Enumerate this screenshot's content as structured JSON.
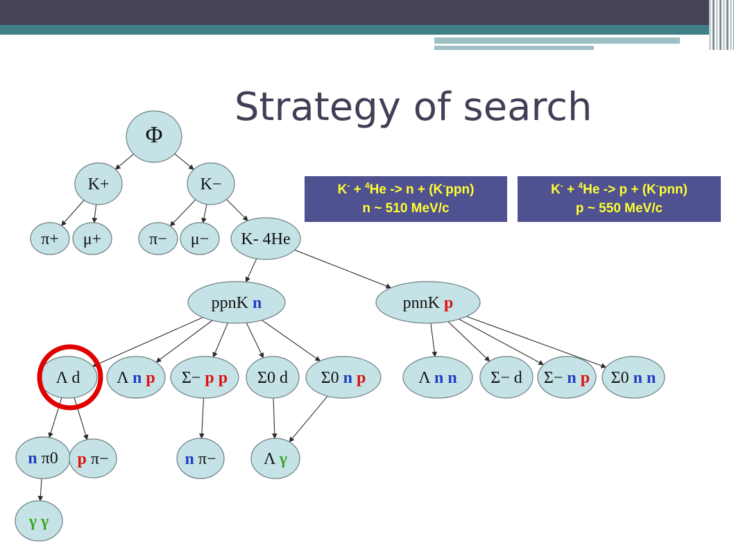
{
  "title": "Strategy of search",
  "colors": {
    "node_fill": "#c5e3e6",
    "info_bg": "#4f5190",
    "info_text": "#ffff33",
    "highlight_ring": "#e00000",
    "blue_label": "#1f3ec2",
    "red_label": "#e01010",
    "green_label": "#3aa41a"
  },
  "info_boxes": [
    {
      "line1": [
        "K",
        "-",
        " + ",
        "4",
        "He -> n + (K",
        "-",
        "ppn)"
      ],
      "line2": "n ~ 510 MeV/c"
    },
    {
      "line1": [
        "K",
        "-",
        " + ",
        "4",
        "He -> p + (K",
        "-",
        "pnn)"
      ],
      "line2": "p ~ 550 MeV/c"
    }
  ],
  "nodes": [
    {
      "id": "phi",
      "parts": [
        {
          "t": "Φ",
          "c": "black"
        }
      ]
    },
    {
      "id": "kplus",
      "parts": [
        {
          "t": "K+",
          "c": "black"
        }
      ]
    },
    {
      "id": "kminus",
      "parts": [
        {
          "t": "K−",
          "c": "black"
        }
      ]
    },
    {
      "id": "piplus",
      "parts": [
        {
          "t": "π+",
          "c": "black"
        }
      ]
    },
    {
      "id": "muplus",
      "parts": [
        {
          "t": "μ+",
          "c": "black"
        }
      ]
    },
    {
      "id": "piminus",
      "parts": [
        {
          "t": "π−",
          "c": "black"
        }
      ]
    },
    {
      "id": "muminus",
      "parts": [
        {
          "t": "μ−",
          "c": "black"
        }
      ]
    },
    {
      "id": "khe",
      "parts": [
        {
          "t": "K- 4He",
          "c": "black"
        }
      ]
    },
    {
      "id": "ppnk",
      "parts": [
        {
          "t": "ppnK ",
          "c": "black"
        },
        {
          "t": "n",
          "c": "blue"
        }
      ]
    },
    {
      "id": "pnnk",
      "parts": [
        {
          "t": "pnnK ",
          "c": "black"
        },
        {
          "t": "p",
          "c": "red"
        }
      ]
    },
    {
      "id": "lam_d",
      "parts": [
        {
          "t": "Λ d",
          "c": "black"
        }
      ]
    },
    {
      "id": "lam_np",
      "parts": [
        {
          "t": "Λ ",
          "c": "black"
        },
        {
          "t": "n",
          "c": "blue"
        },
        {
          "t": " p",
          "c": "red"
        }
      ]
    },
    {
      "id": "sigm_pp",
      "parts": [
        {
          "t": "Σ− ",
          "c": "black"
        },
        {
          "t": "p p",
          "c": "red"
        }
      ]
    },
    {
      "id": "sig0_d",
      "parts": [
        {
          "t": "Σ0 d",
          "c": "black"
        }
      ]
    },
    {
      "id": "sig0_np",
      "parts": [
        {
          "t": "Σ0 ",
          "c": "black"
        },
        {
          "t": "n",
          "c": "blue"
        },
        {
          "t": " p",
          "c": "red"
        }
      ]
    },
    {
      "id": "lam_nn",
      "parts": [
        {
          "t": "Λ ",
          "c": "black"
        },
        {
          "t": "n n",
          "c": "blue"
        }
      ]
    },
    {
      "id": "sigm_d",
      "parts": [
        {
          "t": "Σ− d",
          "c": "black"
        }
      ]
    },
    {
      "id": "sigm_np",
      "parts": [
        {
          "t": "Σ− ",
          "c": "black"
        },
        {
          "t": "n",
          "c": "blue"
        },
        {
          "t": " p",
          "c": "red"
        }
      ]
    },
    {
      "id": "sig0_nn",
      "parts": [
        {
          "t": "Σ0 ",
          "c": "black"
        },
        {
          "t": "n n",
          "c": "blue"
        }
      ]
    },
    {
      "id": "n_pi0",
      "parts": [
        {
          "t": "n",
          "c": "blue"
        },
        {
          "t": " π0",
          "c": "black"
        }
      ]
    },
    {
      "id": "p_pim",
      "parts": [
        {
          "t": "p",
          "c": "red"
        },
        {
          "t": " π−",
          "c": "black"
        }
      ]
    },
    {
      "id": "n_pim",
      "parts": [
        {
          "t": "n",
          "c": "blue"
        },
        {
          "t": " π−",
          "c": "black"
        }
      ]
    },
    {
      "id": "lam_gam",
      "parts": [
        {
          "t": "Λ ",
          "c": "black"
        },
        {
          "t": "γ",
          "c": "green"
        }
      ]
    },
    {
      "id": "gam_gam",
      "parts": [
        {
          "t": "γ γ",
          "c": "green"
        }
      ]
    }
  ],
  "edges": [
    [
      "phi",
      "kplus"
    ],
    [
      "phi",
      "kminus"
    ],
    [
      "kplus",
      "piplus"
    ],
    [
      "kplus",
      "muplus"
    ],
    [
      "kminus",
      "piminus"
    ],
    [
      "kminus",
      "muminus"
    ],
    [
      "kminus",
      "khe"
    ],
    [
      "khe",
      "ppnk"
    ],
    [
      "khe",
      "pnnk"
    ],
    [
      "ppnk",
      "lam_d"
    ],
    [
      "ppnk",
      "lam_np"
    ],
    [
      "ppnk",
      "sigm_pp"
    ],
    [
      "ppnk",
      "sig0_d"
    ],
    [
      "ppnk",
      "sig0_np"
    ],
    [
      "pnnk",
      "lam_nn"
    ],
    [
      "pnnk",
      "sigm_d"
    ],
    [
      "pnnk",
      "sigm_np"
    ],
    [
      "pnnk",
      "sig0_nn"
    ],
    [
      "lam_d",
      "n_pi0"
    ],
    [
      "lam_d",
      "p_pim"
    ],
    [
      "sigm_pp",
      "n_pim"
    ],
    [
      "sig0_d",
      "lam_gam"
    ],
    [
      "sig0_np",
      "lam_gam"
    ],
    [
      "n_pi0",
      "gam_gam"
    ]
  ],
  "highlighted_node": "lam_d"
}
